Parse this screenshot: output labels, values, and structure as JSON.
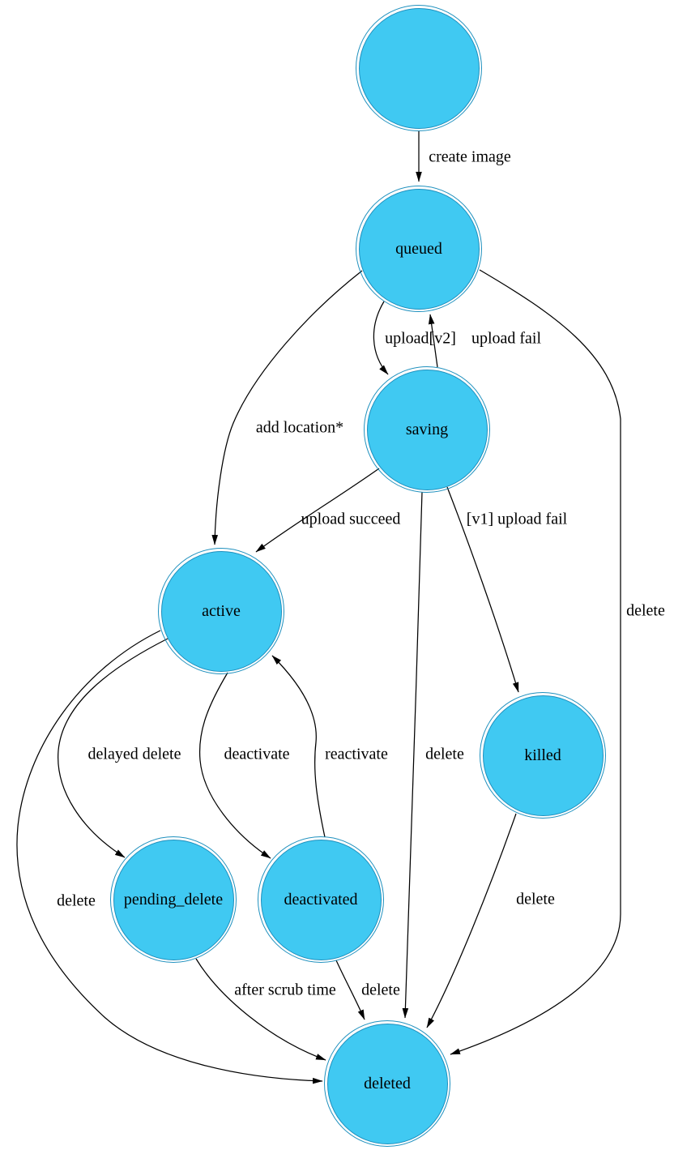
{
  "colors": {
    "node_fill": "#40C9F2",
    "node_border": "#1E90BE",
    "edge": "#000000",
    "label": "#000000",
    "background": "#FFFFFF"
  },
  "nodes": [
    {
      "id": "start",
      "label": ""
    },
    {
      "id": "queued",
      "label": "queued"
    },
    {
      "id": "saving",
      "label": "saving"
    },
    {
      "id": "active",
      "label": "active"
    },
    {
      "id": "killed",
      "label": "killed"
    },
    {
      "id": "pending_delete",
      "label": "pending_delete"
    },
    {
      "id": "deactivated",
      "label": "deactivated"
    },
    {
      "id": "deleted",
      "label": "deleted"
    }
  ],
  "edges": [
    {
      "from": "start",
      "to": "queued",
      "label": "create image"
    },
    {
      "from": "queued",
      "to": "saving",
      "label": "upload[v2]"
    },
    {
      "from": "saving",
      "to": "queued",
      "label": "upload fail"
    },
    {
      "from": "queued",
      "to": "active",
      "label": "add location*"
    },
    {
      "from": "queued",
      "to": "deleted",
      "label": "delete"
    },
    {
      "from": "saving",
      "to": "active",
      "label": "upload succeed"
    },
    {
      "from": "saving",
      "to": "killed",
      "label": "[v1] upload fail"
    },
    {
      "from": "saving",
      "to": "deleted",
      "label": "delete"
    },
    {
      "from": "active",
      "to": "pending_delete",
      "label": "delayed delete"
    },
    {
      "from": "active",
      "to": "deactivated",
      "label": "deactivate"
    },
    {
      "from": "deactivated",
      "to": "active",
      "label": "reactivate"
    },
    {
      "from": "active",
      "to": "deleted",
      "label": "delete"
    },
    {
      "from": "pending_delete",
      "to": "deleted",
      "label": "after scrub time"
    },
    {
      "from": "deactivated",
      "to": "deleted",
      "label": "delete"
    },
    {
      "from": "killed",
      "to": "deleted",
      "label": "delete"
    }
  ]
}
